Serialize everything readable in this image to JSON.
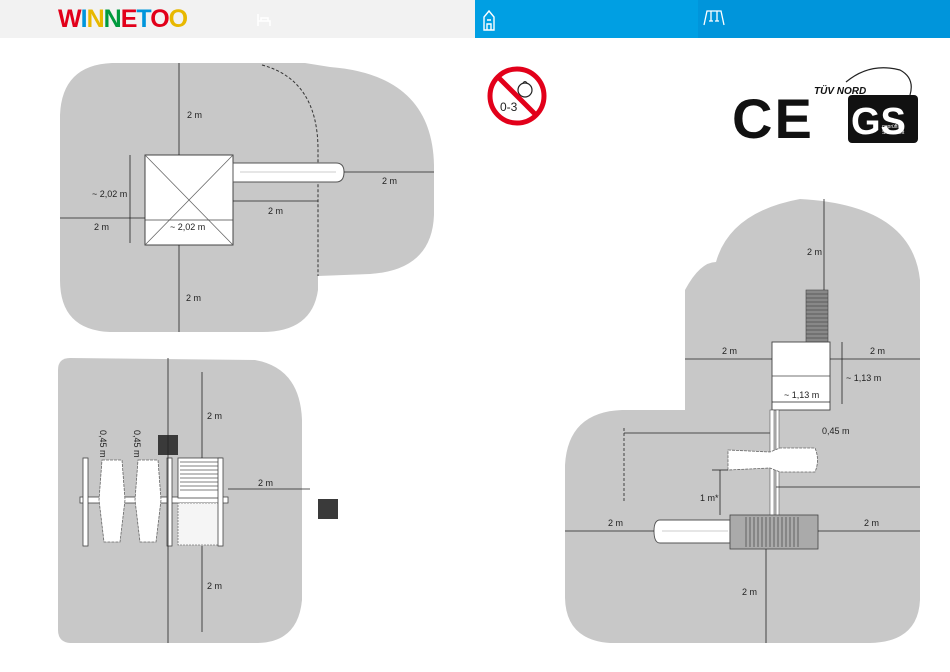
{
  "brand": {
    "logo_text": "WINNETOO",
    "logo_letters": [
      "W",
      "I",
      "N",
      "N",
      "E",
      "T",
      "O",
      "O"
    ],
    "logo_colors": [
      "#e2001a",
      "#0095db",
      "#ffd500",
      "#009a3e",
      "#e2001a",
      "#0095db",
      "#e2001a",
      "#ffd500"
    ]
  },
  "header": {
    "active_color": "#009fe3",
    "right_color": "#0095db",
    "icons": [
      "bed-icon",
      "tower-icon",
      "swing-icon"
    ]
  },
  "safety": {
    "age_warning_text": "0-3",
    "ce_mark": "CE",
    "tuv_text": "TÜV NORD",
    "gs_text": "GS",
    "gs_caption_1": "geprüfte",
    "gs_caption_2": "Sicherheit"
  },
  "colors": {
    "safety_zone": "#c8c8c8",
    "warning_red": "#e2001a"
  },
  "diagram_top_left": {
    "labels": [
      "2 m",
      "~ 2,02 m",
      "2 m",
      "~ 2,02 m",
      "2 m",
      "2 m",
      "2 m"
    ]
  },
  "diagram_bottom_left": {
    "labels": [
      "0,45 m",
      "0,45 m",
      "2 m",
      "2 m",
      "2 m"
    ]
  },
  "diagram_right": {
    "labels": [
      "2 m",
      "2 m",
      "2 m",
      "~ 1,13 m",
      "~ 1,13 m",
      "0,45 m",
      "1 m*",
      "2 m",
      "2 m",
      "2 m"
    ]
  }
}
